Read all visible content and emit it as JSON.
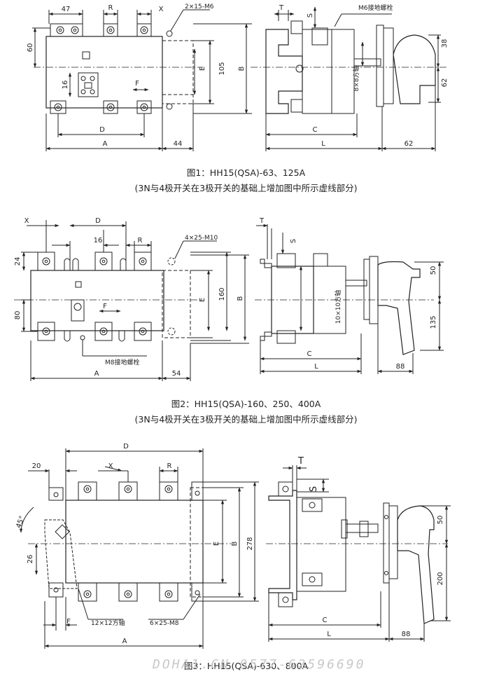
{
  "figure1": {
    "caption": "图1：HH15(QSA)-63、125A",
    "note": "(3N与4极开关在3极开关的基础上增加图中所示虚线部分)",
    "front_dims": {
      "width_top": "47",
      "r": "R",
      "x": "X",
      "hole": "2×15-M6",
      "h60": "60",
      "h16": "16",
      "e": "E",
      "h105": "105",
      "b": "B",
      "f": "F",
      "d": "D",
      "a": "A",
      "w44": "44"
    },
    "side_dims": {
      "t": "T",
      "s": "S",
      "ground": "M6接地螺栓",
      "shaft": "8×8方轴",
      "h38": "38",
      "h62": "62",
      "c": "C",
      "l": "L",
      "w62": "62"
    }
  },
  "figure2": {
    "caption": "图2：HH15(QSA)-160、250、400A",
    "note": "(3N与4极开关在3极开关的基础上增加图中所示虚线部分)",
    "front_dims": {
      "x": "X",
      "d": "D",
      "w16": "16",
      "r": "R",
      "hole": "4×25-M10",
      "h24": "24",
      "h80": "80",
      "e": "E",
      "h160": "160",
      "b": "B",
      "f": "F",
      "ground": "M8接地螺栓",
      "a": "A",
      "w54": "54"
    },
    "side_dims": {
      "t": "T",
      "s": "S",
      "shaft": "10×10方轴",
      "h50": "50",
      "h135": "135",
      "c": "C",
      "l": "L",
      "w88": "88"
    }
  },
  "figure3": {
    "caption": "图3：HH15(QSA)-630、800A",
    "front_dims": {
      "d": "D",
      "w20": "20",
      "x": "X",
      "r": "R",
      "angle": "45°",
      "h26": "26",
      "e": "E",
      "b": "B",
      "h278": "278",
      "f": "F",
      "shaft": "12×12方轴",
      "hole": "6×25-M8",
      "a": "A"
    },
    "side_dims": {
      "t": "T",
      "s": "S",
      "h50": "50",
      "h200": "200",
      "c": "C",
      "l": "L",
      "w88": "88"
    }
  },
  "watermark": "DOHA1.CN    0577-62596690"
}
